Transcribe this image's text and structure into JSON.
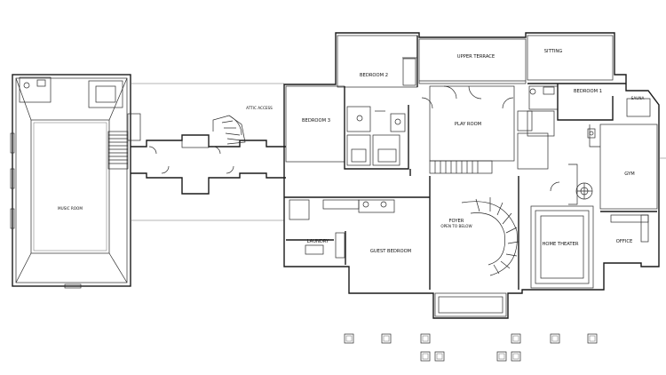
{
  "plan": {
    "rooms": {
      "upper_terrace": "UPPER TERRACE",
      "sitting": "SITTING",
      "bedroom_2": "BEDROOM 2",
      "bedroom_1": "BEDROOM 1",
      "sauna": "SAUNA",
      "attic_access": "ATTIC ACCESS",
      "bedroom_3": "BEDROOM 3",
      "play_room": "PLAY ROOM",
      "gym": "GYM",
      "music_room": "MUSIC ROOM",
      "laundry": "LAUNDRY",
      "guest_bedroom": "GUEST BEDROOM",
      "foyer": "FOYER",
      "foyer_note": "OPEN TO BELOW",
      "home_theater": "HOME THEATER",
      "office": "OFFICE"
    }
  }
}
